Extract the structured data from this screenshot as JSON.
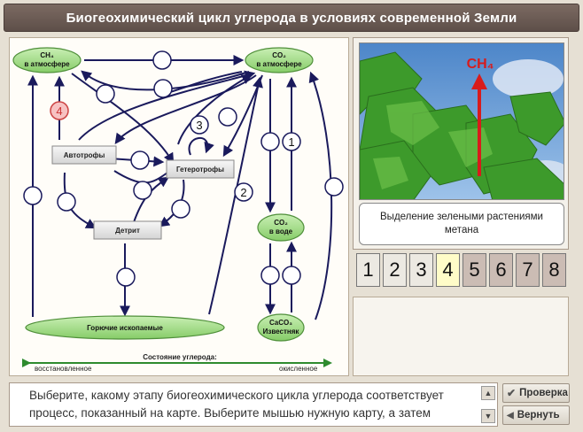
{
  "window": {
    "title": "Биогеохимический цикл углерода в условиях современной Земли"
  },
  "diagram": {
    "ch4_atm": "CH₄",
    "ch4_atm_sub": "в атмосфере",
    "co2_atm": "CO₂",
    "co2_atm_sub": "в атмосфере",
    "autotrophs": "Автотрофы",
    "heterotrophs": "Гетеротрофы",
    "detritus": "Детрит",
    "co2_water": "CO₂",
    "co2_water_sub": "в воде",
    "fossil": "Горючие ископаемые",
    "caco3": "CaCO₃",
    "caco3_sub": "Известняк",
    "state_label": "Состояние углерода:",
    "reduced": "восстановленное",
    "oxidized": "окисленное",
    "marker_4": "4",
    "marker_3": "3",
    "marker_2": "2",
    "marker_1": "1"
  },
  "photo": {
    "ch4_label": "CH₄",
    "caption": "Выделение зелеными растениями метана"
  },
  "cards": [
    {
      "label": "1",
      "state": "normal"
    },
    {
      "label": "2",
      "state": "normal"
    },
    {
      "label": "3",
      "state": "normal"
    },
    {
      "label": "4",
      "state": "selected"
    },
    {
      "label": "5",
      "state": "dark"
    },
    {
      "label": "6",
      "state": "dark"
    },
    {
      "label": "7",
      "state": "dark"
    },
    {
      "label": "8",
      "state": "dark"
    }
  ],
  "instructions": "Выберите, какому этапу биогеохимического цикла углерода соответствует процесс, показанный на карте. Выберите мышью нужную карту, а затем",
  "buttons": {
    "check": "Проверка",
    "back": "Вернуть"
  },
  "colors": {
    "arrow": "#1a1a5c",
    "ellipse": "#9ed883",
    "ellipse_border": "#4f8f3a",
    "marker_red": "#f4a7a7",
    "selected_card": "#fffcc8"
  }
}
